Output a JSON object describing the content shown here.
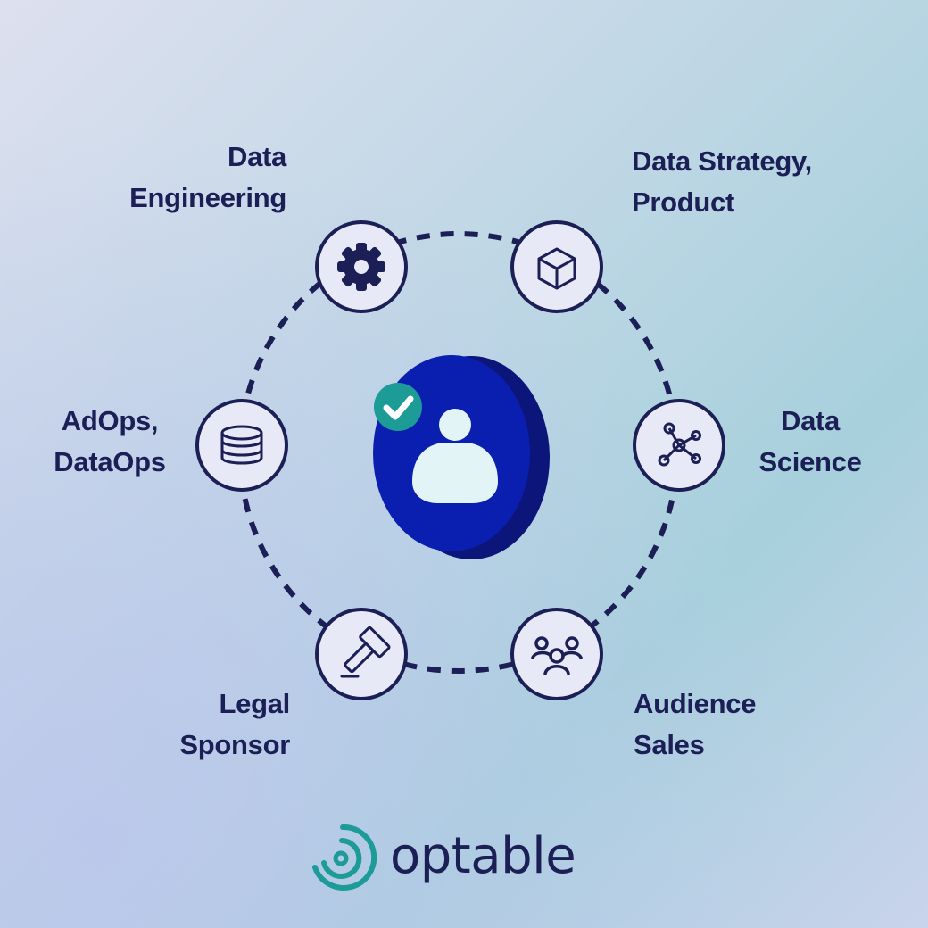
{
  "center": {
    "icon": "verified-user-icon",
    "badge_icon": "checkmark-icon",
    "color": "#0a1fb0"
  },
  "nodes": [
    {
      "id": "data-engineering",
      "icon": "gear-icon",
      "lines": [
        "Data",
        "Engineering"
      ]
    },
    {
      "id": "data-strategy-product",
      "icon": "cube-icon",
      "lines": [
        "Data Strategy,",
        "Product"
      ]
    },
    {
      "id": "data-science",
      "icon": "network-nodes-icon",
      "lines": [
        "Data",
        "Science"
      ]
    },
    {
      "id": "audience-sales",
      "icon": "audience-group-icon",
      "lines": [
        "Audience",
        "Sales"
      ]
    },
    {
      "id": "legal-sponsor",
      "icon": "gavel-icon",
      "lines": [
        "Legal",
        "Sponsor"
      ]
    },
    {
      "id": "adops-dataops",
      "icon": "database-icon",
      "lines": [
        "AdOps,",
        "DataOps"
      ]
    }
  ],
  "brand": {
    "name": "optable",
    "logo_icon": "optable-logo-icon",
    "accent": "#1c9b97"
  },
  "colors": {
    "navy": "#1b1f55",
    "node_fill": "#e8e9f6",
    "badge": "#1c9b97"
  }
}
